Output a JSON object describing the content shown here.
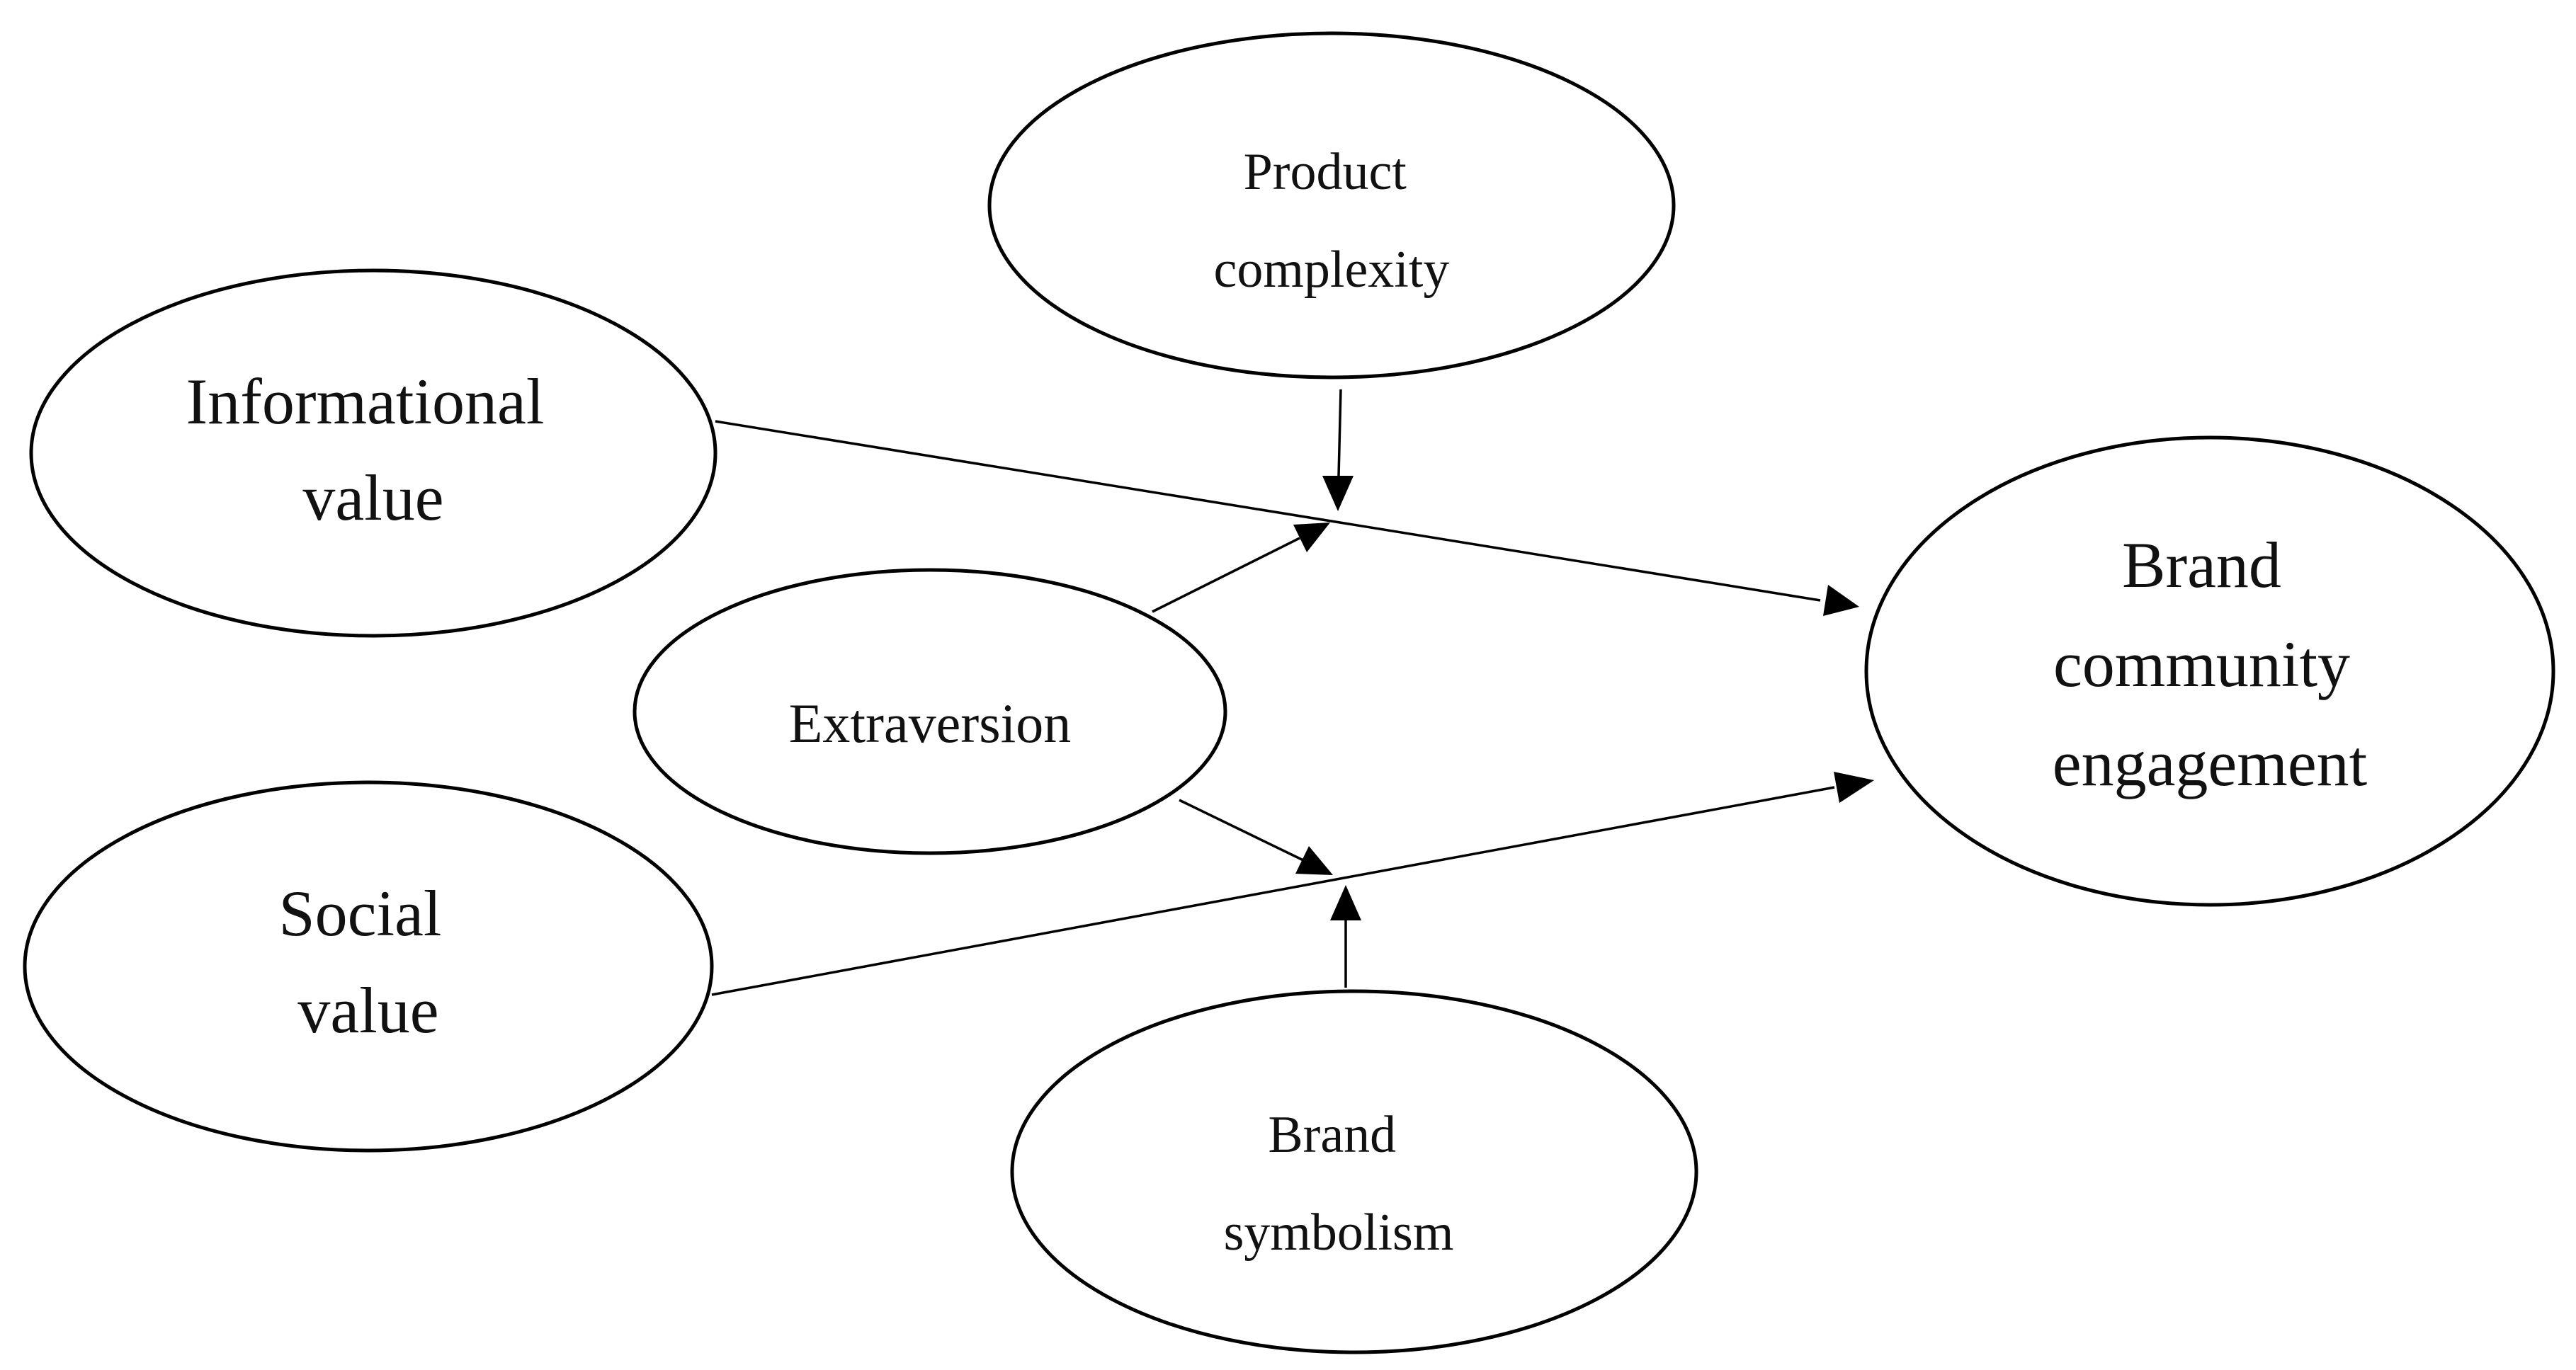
{
  "diagram": {
    "nodes": {
      "informational_value": {
        "lines": [
          "Informational",
          "value"
        ]
      },
      "social_value": {
        "lines": [
          "Social",
          "value"
        ]
      },
      "extraversion": {
        "lines": [
          "Extraversion"
        ]
      },
      "product_complexity": {
        "lines": [
          "Product",
          "complexity"
        ]
      },
      "brand_symbolism": {
        "lines": [
          "Brand",
          "symbolism"
        ]
      },
      "brand_community_engagement": {
        "lines": [
          "Brand",
          "community",
          "engagement"
        ]
      }
    },
    "edges": [
      {
        "from": "informational_value",
        "to": "brand_community_engagement"
      },
      {
        "from": "social_value",
        "to": "brand_community_engagement"
      },
      {
        "from": "extraversion",
        "to": "informational_value→brand_community_engagement path"
      },
      {
        "from": "extraversion",
        "to": "social_value→brand_community_engagement path"
      },
      {
        "from": "product_complexity",
        "to": "informational_value→brand_community_engagement path"
      },
      {
        "from": "brand_symbolism",
        "to": "social_value→brand_community_engagement path"
      }
    ],
    "colors": {
      "stroke": "#000000",
      "fill": "#ffffff",
      "text": "#111111"
    }
  }
}
